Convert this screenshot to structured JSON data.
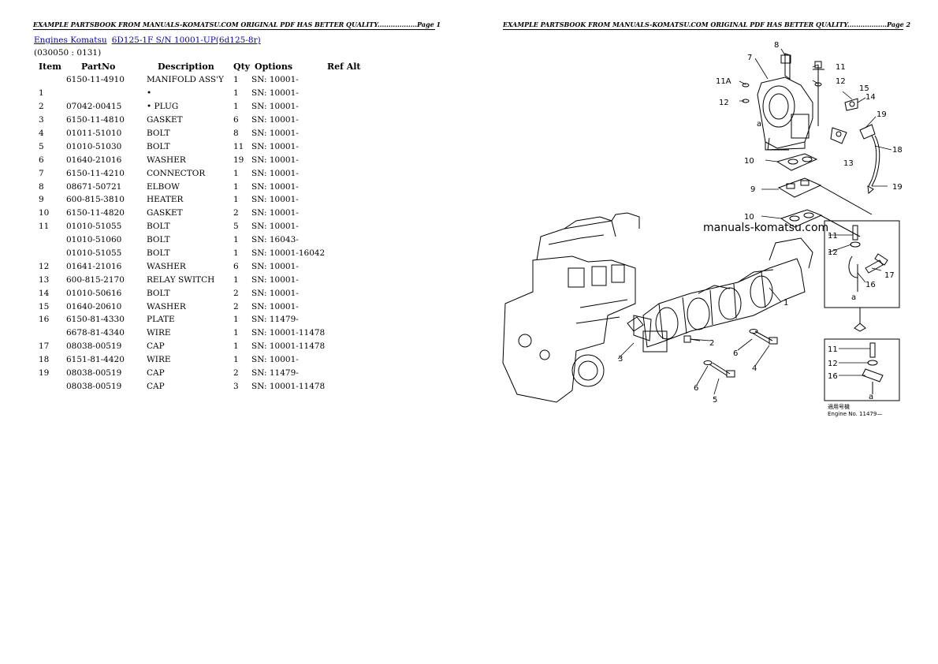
{
  "header": {
    "page1": "EXAMPLE PARTSBOOK FROM MANUALS-KOMATSU.COM ORIGINAL PDF HAS BETTER QUALITY..................Page 1",
    "page2": "EXAMPLE PARTSBOOK FROM MANUALS-KOMATSU.COM ORIGINAL PDF HAS BETTER QUALITY..................Page 2"
  },
  "breadcrumb": {
    "link1": "Engines Komatsu",
    "link2": "6D125-1F S/N 10001-UP(6d125-8r)"
  },
  "section_code": "(030050 : 0131)",
  "table": {
    "headers": [
      "Item",
      "PartNo",
      "Description",
      "Qty",
      "Options",
      "Ref Alt"
    ],
    "rows": [
      {
        "item": "",
        "part": "6150-11-4910",
        "desc": "MANIFOLD ASS'Y",
        "qty": "1",
        "opt": "SN: 10001-"
      },
      {
        "item": "1",
        "part": "",
        "desc": "•",
        "qty": "1",
        "opt": "SN: 10001-"
      },
      {
        "item": "2",
        "part": "07042-00415",
        "desc": "• PLUG",
        "qty": "1",
        "opt": "SN: 10001-"
      },
      {
        "item": "3",
        "part": "6150-11-4810",
        "desc": "GASKET",
        "qty": "6",
        "opt": "SN: 10001-"
      },
      {
        "item": "4",
        "part": "01011-51010",
        "desc": "BOLT",
        "qty": "8",
        "opt": "SN: 10001-"
      },
      {
        "item": "5",
        "part": "01010-51030",
        "desc": "BOLT",
        "qty": "11",
        "opt": "SN: 10001-"
      },
      {
        "item": "6",
        "part": "01640-21016",
        "desc": "WASHER",
        "qty": "19",
        "opt": "SN: 10001-"
      },
      {
        "item": "7",
        "part": "6150-11-4210",
        "desc": "CONNECTOR",
        "qty": "1",
        "opt": "SN: 10001-"
      },
      {
        "item": "8",
        "part": "08671-50721",
        "desc": "ELBOW",
        "qty": "1",
        "opt": "SN: 10001-"
      },
      {
        "item": "9",
        "part": "600-815-3810",
        "desc": "HEATER",
        "qty": "1",
        "opt": "SN: 10001-"
      },
      {
        "item": "10",
        "part": "6150-11-4820",
        "desc": "GASKET",
        "qty": "2",
        "opt": "SN: 10001-"
      },
      {
        "item": "11",
        "part": "01010-51055",
        "desc": "BOLT",
        "qty": "5",
        "opt": "SN: 10001-"
      },
      {
        "item": "",
        "part": "01010-51060",
        "desc": "BOLT",
        "qty": "1",
        "opt": "SN: 16043-"
      },
      {
        "item": "",
        "part": "01010-51055",
        "desc": "BOLT",
        "qty": "1",
        "opt": "SN: 10001-16042"
      },
      {
        "item": "12",
        "part": "01641-21016",
        "desc": "WASHER",
        "qty": "6",
        "opt": "SN: 10001-"
      },
      {
        "item": "13",
        "part": "600-815-2170",
        "desc": "RELAY SWITCH",
        "qty": "1",
        "opt": "SN: 10001-"
      },
      {
        "item": "14",
        "part": "01010-50616",
        "desc": "BOLT",
        "qty": "2",
        "opt": "SN: 10001-"
      },
      {
        "item": "15",
        "part": "01640-20610",
        "desc": "WASHER",
        "qty": "2",
        "opt": "SN: 10001-"
      },
      {
        "item": "16",
        "part": "6150-81-4330",
        "desc": "PLATE",
        "qty": "1",
        "opt": "SN: 11479-"
      },
      {
        "item": "",
        "part": "6678-81-4340",
        "desc": "WIRE",
        "qty": "1",
        "opt": "SN: 10001-11478"
      },
      {
        "item": "17",
        "part": "08038-00519",
        "desc": "CAP",
        "qty": "1",
        "opt": "SN: 10001-11478"
      },
      {
        "item": "18",
        "part": "6151-81-4420",
        "desc": "WIRE",
        "qty": "1",
        "opt": "SN: 10001-"
      },
      {
        "item": "19",
        "part": "08038-00519",
        "desc": "CAP",
        "qty": "2",
        "opt": "SN: 11479-"
      },
      {
        "item": "",
        "part": "08038-00519",
        "desc": "CAP",
        "qty": "3",
        "opt": "SN: 10001-11478"
      }
    ]
  },
  "diagram": {
    "watermark": "manuals-komatsu.com",
    "callouts": [
      "8",
      "7",
      "11A",
      "12",
      "11",
      "12",
      "15",
      "14",
      "19",
      "a",
      "10",
      "13",
      "18",
      "9",
      "19",
      "10",
      "11",
      "12",
      "17",
      "16",
      "a",
      "1",
      "2",
      "3",
      "6",
      "4",
      "6",
      "5",
      "11",
      "12",
      "16",
      "a"
    ],
    "inset_caption_1": "適用号機",
    "inset_caption_2": "Engine No. 11479—"
  }
}
